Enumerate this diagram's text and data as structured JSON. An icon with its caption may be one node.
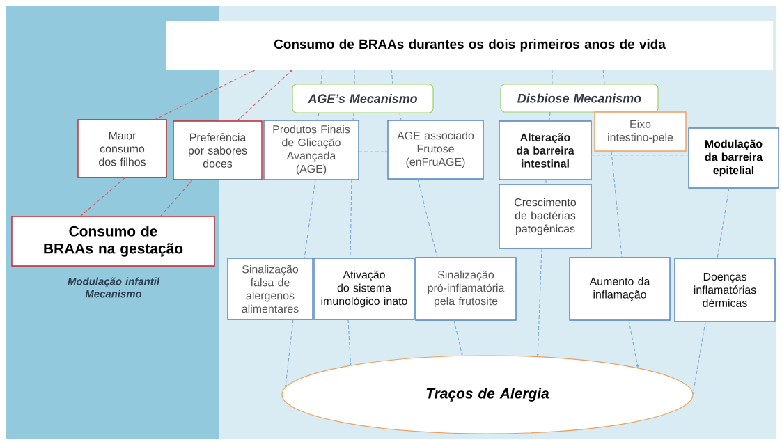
{
  "diagram": {
    "nodes": [
      {
        "text": [
          "Consumo de BRAAs durantes os dois primeiros anos de vida"
        ]
      },
      {
        "text": [
          "AGE’s Mecanismo"
        ]
      },
      {
        "text": [
          "Disbiose Mecanismo"
        ]
      },
      {
        "text": [
          "Maior consumo dos filhos"
        ]
      },
      {
        "text": [
          "Preferência por sabores doces"
        ]
      },
      {
        "text": [
          "Produtos Finais de Glicação Avançada (AGE)"
        ]
      },
      {
        "text": [
          "AGE associado Frutose (enFruAGE)"
        ]
      },
      {
        "text": [
          "Alteração da barreira intestinal"
        ]
      },
      {
        "text": [
          "Eixo intestino-pele"
        ]
      },
      {
        "text": [
          "Modulação da barreira epitelial"
        ]
      },
      {
        "text": [
          "Crescimento de bactérias patogênicas"
        ]
      },
      {
        "text": [
          "Consumo de BRAAs na gestação"
        ]
      },
      {
        "text": [
          "Sinalização falsa de alergenos alimentares"
        ]
      },
      {
        "text": [
          "Ativação do sistema imunológico inato"
        ]
      },
      {
        "text": [
          "Sinalização pró-inflamatória pela frutosite"
        ]
      },
      {
        "text": [
          "Aumento da inflamação"
        ]
      },
      {
        "text": [
          "Doenças inflamatórias dérmicas"
        ]
      },
      {
        "text": [
          "Traços de Alergia"
        ]
      }
    ],
    "edges": [
      {
        "from": 11,
        "to": 3,
        "arrow": "none",
        "color": "#e05555"
      },
      {
        "from": 3,
        "to": 0,
        "arrow": "to",
        "color": "#e05555"
      },
      {
        "from": 11,
        "to": 4,
        "arrow": "none",
        "color": "#e05555"
      },
      {
        "from": 4,
        "to": 0,
        "arrow": "to",
        "color": "#e05555"
      },
      {
        "from": 0,
        "to": 1,
        "arrow": "none"
      },
      {
        "from": 1,
        "to": 5,
        "arrow": "none"
      },
      {
        "from": 5,
        "to": 12,
        "arrow": "none"
      },
      {
        "from": 12,
        "to": 17,
        "arrow": "to"
      },
      {
        "from": 0,
        "to": 1,
        "arrow": "none"
      },
      {
        "from": 1,
        "to": 5,
        "arrow": "none"
      },
      {
        "from": 5,
        "to": 13,
        "arrow": "none"
      },
      {
        "from": 13,
        "to": 17,
        "arrow": "to"
      },
      {
        "from": 0,
        "to": 1,
        "arrow": "none"
      },
      {
        "from": 1,
        "to": 6,
        "arrow": "none"
      },
      {
        "from": 6,
        "to": 14,
        "arrow": "none"
      },
      {
        "from": 14,
        "to": 17,
        "arrow": "to"
      },
      {
        "from": 0,
        "to": 2,
        "arrow": "none"
      },
      {
        "from": 2,
        "to": 7,
        "arrow": "none"
      },
      {
        "from": 7,
        "to": 10,
        "arrow": "none"
      },
      {
        "from": 10,
        "to": 17,
        "arrow": "to"
      },
      {
        "from": 0,
        "to": 2,
        "arrow": "none"
      },
      {
        "from": 8,
        "to": 15,
        "arrow": "none"
      },
      {
        "from": 15,
        "to": 17,
        "arrow": "to"
      },
      {
        "from": 9,
        "to": 16,
        "arrow": "none"
      },
      {
        "from": 16,
        "to": 17,
        "arrow": "to"
      },
      {
        "from": 5,
        "to": 6,
        "arrow": "to",
        "color": "#f0a868"
      },
      {
        "from": 7,
        "to": 9,
        "arrow": "none",
        "color": "#c8c8b8"
      }
    ],
    "labels": [
      "Modulação infantil Mecanismo"
    ]
  }
}
